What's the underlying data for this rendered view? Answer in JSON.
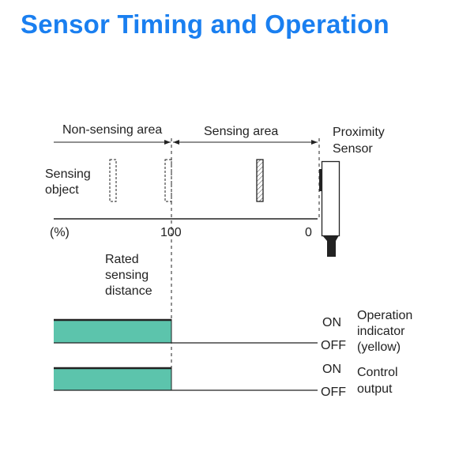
{
  "title": "Sensor Timing and Operation",
  "diagram": {
    "non_sensing_area": "Non-sensing area",
    "sensing_area": "Sensing area",
    "sensor_label": [
      "Proximity",
      "Sensor"
    ],
    "object_label": [
      "Sensing",
      "object"
    ],
    "axis_unit": "(%)",
    "axis_100": "100",
    "axis_0": "0",
    "rated_label": [
      "Rated",
      "sensing",
      "distance"
    ],
    "fill_color": "#5cc4ac",
    "signals": [
      {
        "on": "ON",
        "off": "OFF",
        "label": [
          "Operation",
          "indicator",
          "(yellow)"
        ]
      },
      {
        "on": "ON",
        "off": "OFF",
        "label": [
          "Control",
          "output"
        ]
      }
    ]
  }
}
